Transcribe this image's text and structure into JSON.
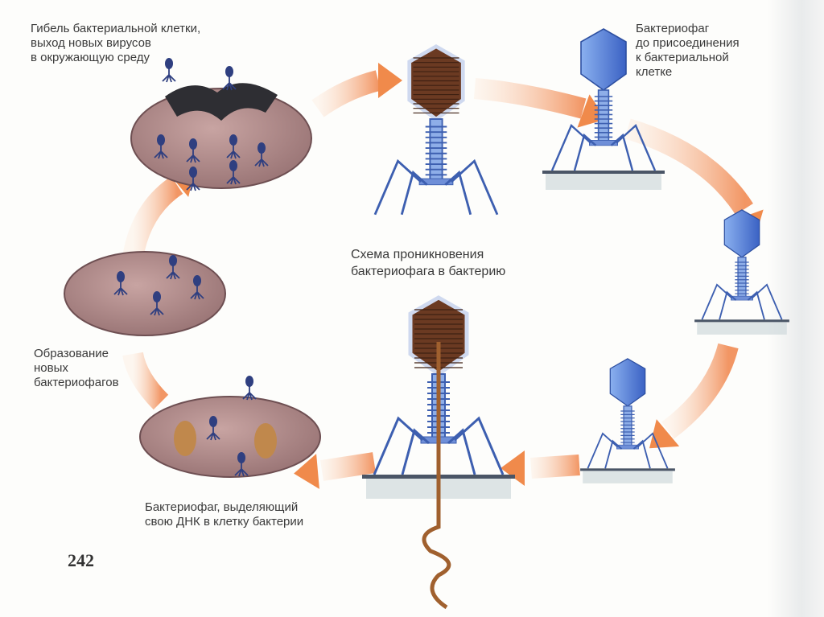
{
  "labels": {
    "lysis": "Гибель бактериальной клетки,\nвыход новых вирусов\nв окружающую среду",
    "before_attach": "Бактериофаг\nдо присоединения\nк бактериальной\nклетке",
    "title": "Схема проникновения\nбактериофага в бактерию",
    "new_phages": "Образование\nновых\nбактериофагов",
    "injecting": "Бактериофаг, выделяющий\nсвою ДНК в клетку бактерии"
  },
  "page_number": "242",
  "colors": {
    "arrow": "#f08a4b",
    "cell": "#b99090",
    "phage_blue": "#3d5fb0",
    "phage_head_brown": "#6b3a22",
    "dna": "#a0602e"
  }
}
